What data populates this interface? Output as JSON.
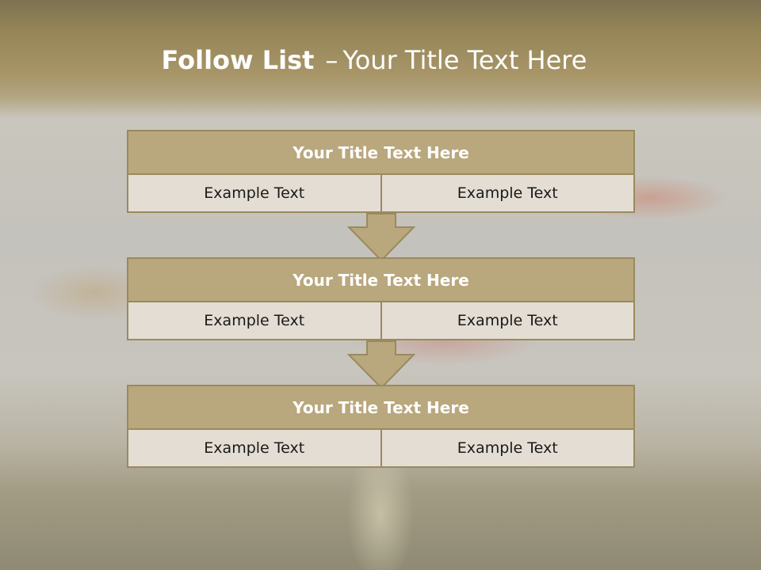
{
  "slide": {
    "title_bold": "Follow List",
    "title_sep": "–",
    "title_rest": "Your Title Text Here"
  },
  "steps": [
    {
      "title": "Your Title Text Here",
      "left": "Example Text",
      "right": "Example Text"
    },
    {
      "title": "Your Title Text Here",
      "left": "Example Text",
      "right": "Example Text"
    },
    {
      "title": "Your Title Text Here",
      "left": "Example Text",
      "right": "Example Text"
    }
  ],
  "colors": {
    "header_fill": "#b9a77d",
    "border": "#9a8a5d",
    "cell_fill": "#e3ddd3",
    "title_text": "#ffffff"
  }
}
